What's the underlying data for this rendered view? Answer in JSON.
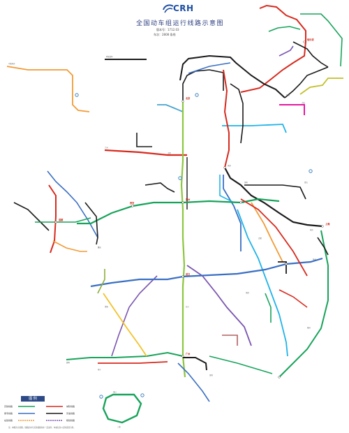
{
  "header": {
    "logo_text": "CRH",
    "title": "全国动车组运行线路示意图",
    "subtitle_1": "版本号：1712.03",
    "subtitle_2": "车次：2808 条线"
  },
  "legend": {
    "heading": "图 例",
    "items": [
      "高铁线路",
      "城际线路",
      "客专线路",
      "普速线路",
      "在建线路",
      "规划线路"
    ]
  },
  "footnote": "注：本图为示意图，线路走向与实际线路存在一定差异，车站信息以实际运营为准。",
  "colors": {
    "title": "#2e3f80",
    "logo": "#1f4fa3",
    "black_line": "#1a1a1a",
    "red_line": "#d82a1e",
    "blue_line": "#3a6fc4",
    "green_line": "#17a35a",
    "orange_line": "#f29a35",
    "purple_line": "#7a55b0",
    "cyan_line": "#1fb3e8",
    "yellow_line": "#f3c22a",
    "brown_line": "#b06060",
    "pink_line": "#e41aa0",
    "olive_line": "#8cae3a"
  },
  "stations": {
    "beijing": "北京",
    "shanghai": "上海",
    "guangzhou": "广州",
    "wuhan": "武汉",
    "chengdu": "成都",
    "xian": "西安",
    "zhengzhou": "郑州",
    "harbin": "哈尔滨",
    "shenyang": "沈阳",
    "tianjin": "天津",
    "nanjing": "南京",
    "hangzhou": "杭州",
    "changsha": "长沙",
    "chongqing": "重庆",
    "kunming": "昆明",
    "lanzhou": "兰州",
    "urumqi": "乌鲁木齐",
    "fuzhou": "福州",
    "nanning": "南宁",
    "haikou": "海口",
    "jinan": "济南",
    "taiyuan": "太原",
    "guiyang": "贵阳",
    "hefei": "合肥",
    "nanchang": "南昌",
    "shenzhen": "深圳",
    "sanya": "三亚",
    "dalian": "大连",
    "qingdao": "青岛",
    "hohhot": "呼和浩特"
  }
}
